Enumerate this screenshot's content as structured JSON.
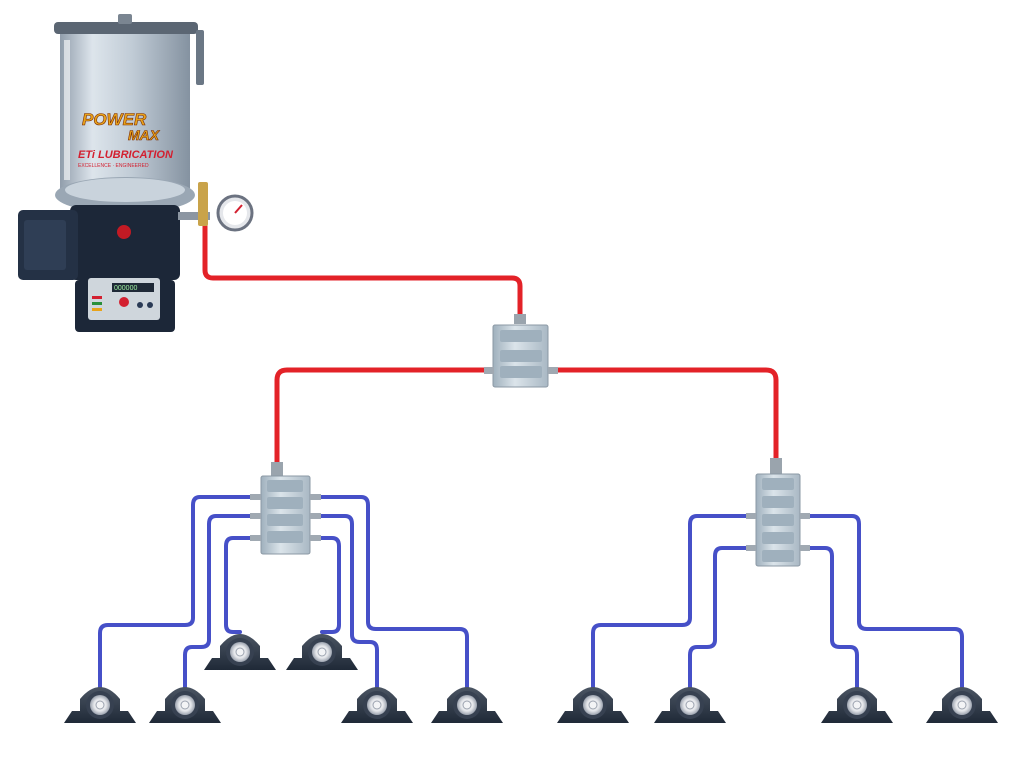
{
  "colors": {
    "background": "#ffffff",
    "main_line": "#e32228",
    "secondary_line": "#4650c8",
    "block_body": "#c7d3dc",
    "pump_body": "#1c2738",
    "reservoir": "#b9c6d2"
  },
  "pump": {
    "logo_line1": "POWER",
    "logo_line2": "MAX",
    "company": "ETi LUBRICATION",
    "tagline": "EXCELLENCE · ENGINEERED",
    "controller_display": "000000"
  },
  "icons": {
    "pump": "grease-pump-icon",
    "gauge": "pressure-gauge-icon",
    "divider_block": "divider-valve-block-icon",
    "bearing": "pillow-block-bearing-icon"
  }
}
